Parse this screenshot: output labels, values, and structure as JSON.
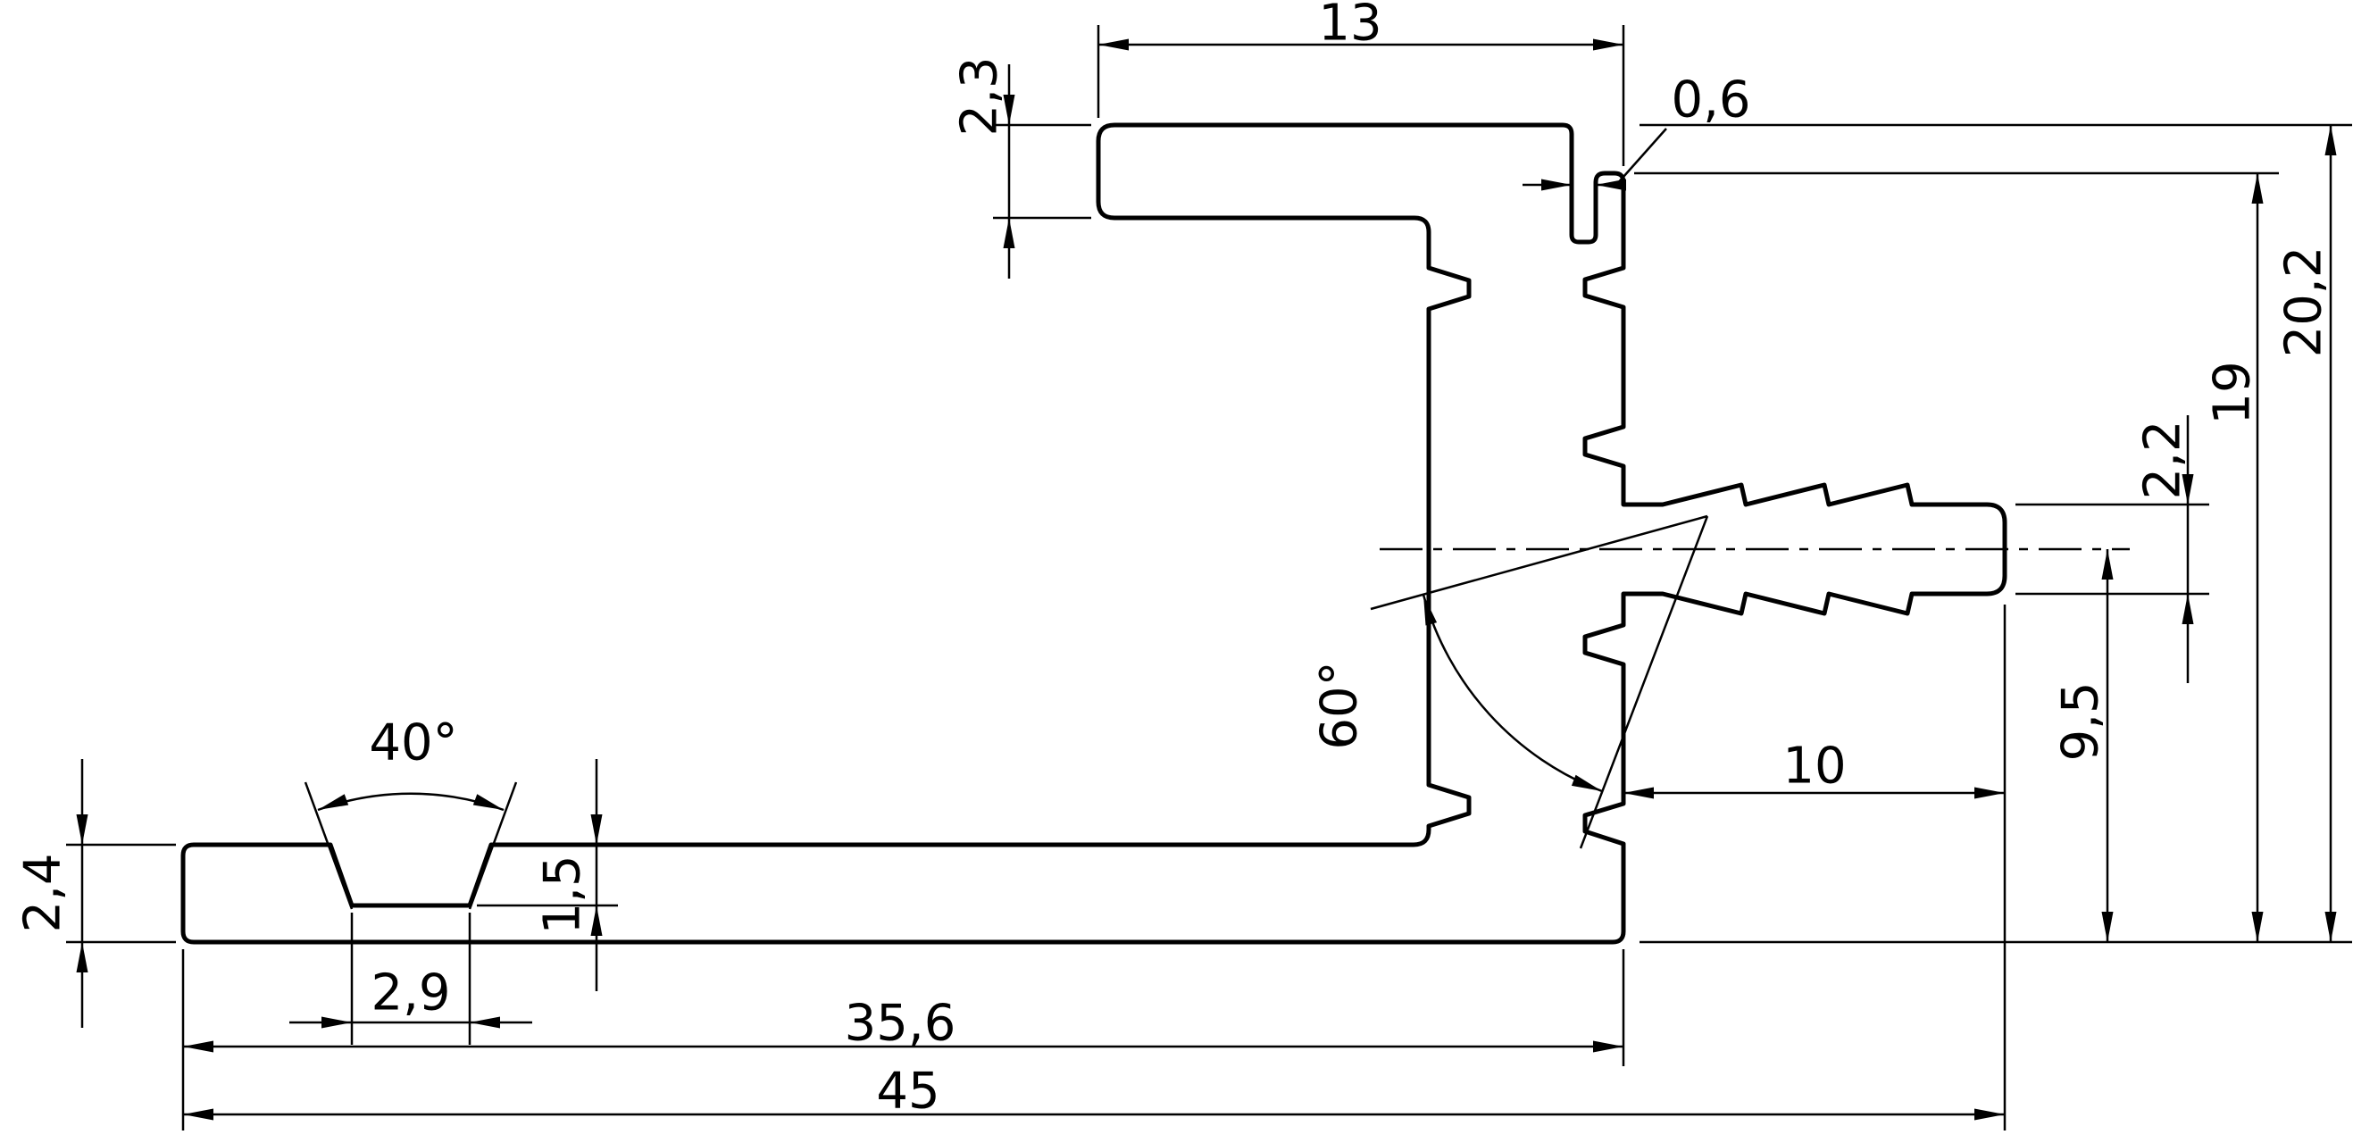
{
  "drawing": {
    "kind": "technical-cross-section",
    "decimal_separator": ",",
    "colors": {
      "line": "#000000",
      "background": "#ffffff"
    },
    "dimensions": {
      "flange_width": "13",
      "flange_thickness": "2,3",
      "hook_slot_width": "0,6",
      "overall_height": "20,2",
      "hook_height": "19",
      "spigot_thickness": "2,2",
      "spigot_axis_height": "9,5",
      "spigot_length": "10",
      "web_notch_angle": "60°",
      "groove_angle": "40°",
      "base_thickness": "2,4",
      "groove_depth": "1,5",
      "groove_width": "2,9",
      "base_width": "35,6",
      "overall_width": "45"
    }
  }
}
